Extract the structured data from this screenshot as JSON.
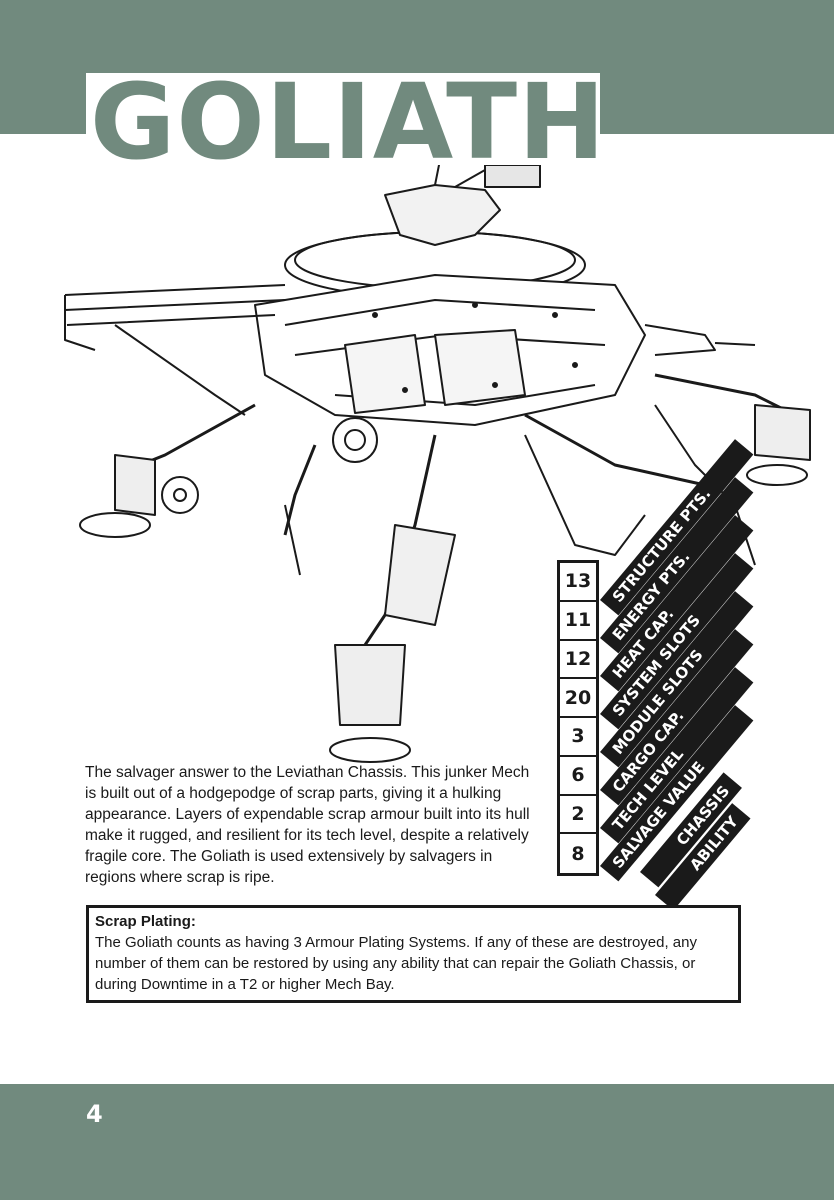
{
  "header": {
    "title": "GOLIATH"
  },
  "stats": [
    {
      "value": "13",
      "label": "STRUCTURE PTS."
    },
    {
      "value": "11",
      "label": "ENERGY PTS."
    },
    {
      "value": "12",
      "label": "HEAT CAP."
    },
    {
      "value": "20",
      "label": "SYSTEM SLOTS"
    },
    {
      "value": "3",
      "label": "MODULE SLOTS"
    },
    {
      "value": "6",
      "label": "CARGO CAP."
    },
    {
      "value": "2",
      "label": "TECH LEVEL"
    },
    {
      "value": "8",
      "label": "SALVAGE VALUE"
    }
  ],
  "chassis_ability_label": {
    "line1": "CHASSIS",
    "line2": "ABILITY"
  },
  "description": "The salvager answer to the Leviathan Chassis. This junker Mech is built out of a hodgepodge of scrap parts, giving it a hulking appearance. Layers of expendable scrap armour built into its hull make it rugged, and resilient for its tech level, despite a relatively fragile core. The Goliath is used extensively by salvagers in regions where scrap is ripe.",
  "ability": {
    "title": "Scrap Plating:",
    "text": "The Goliath counts as having 3 Armour Plating Systems. If any of these are destroyed, any number of them can be restored by using any ability that can repair the Goliath Chassis, or during Downtime in a T2 or higher Mech Bay."
  },
  "footer": {
    "page_number": "4"
  },
  "colors": {
    "band": "#718a7e",
    "ink": "#1a1a1a",
    "paper": "#ffffff"
  }
}
